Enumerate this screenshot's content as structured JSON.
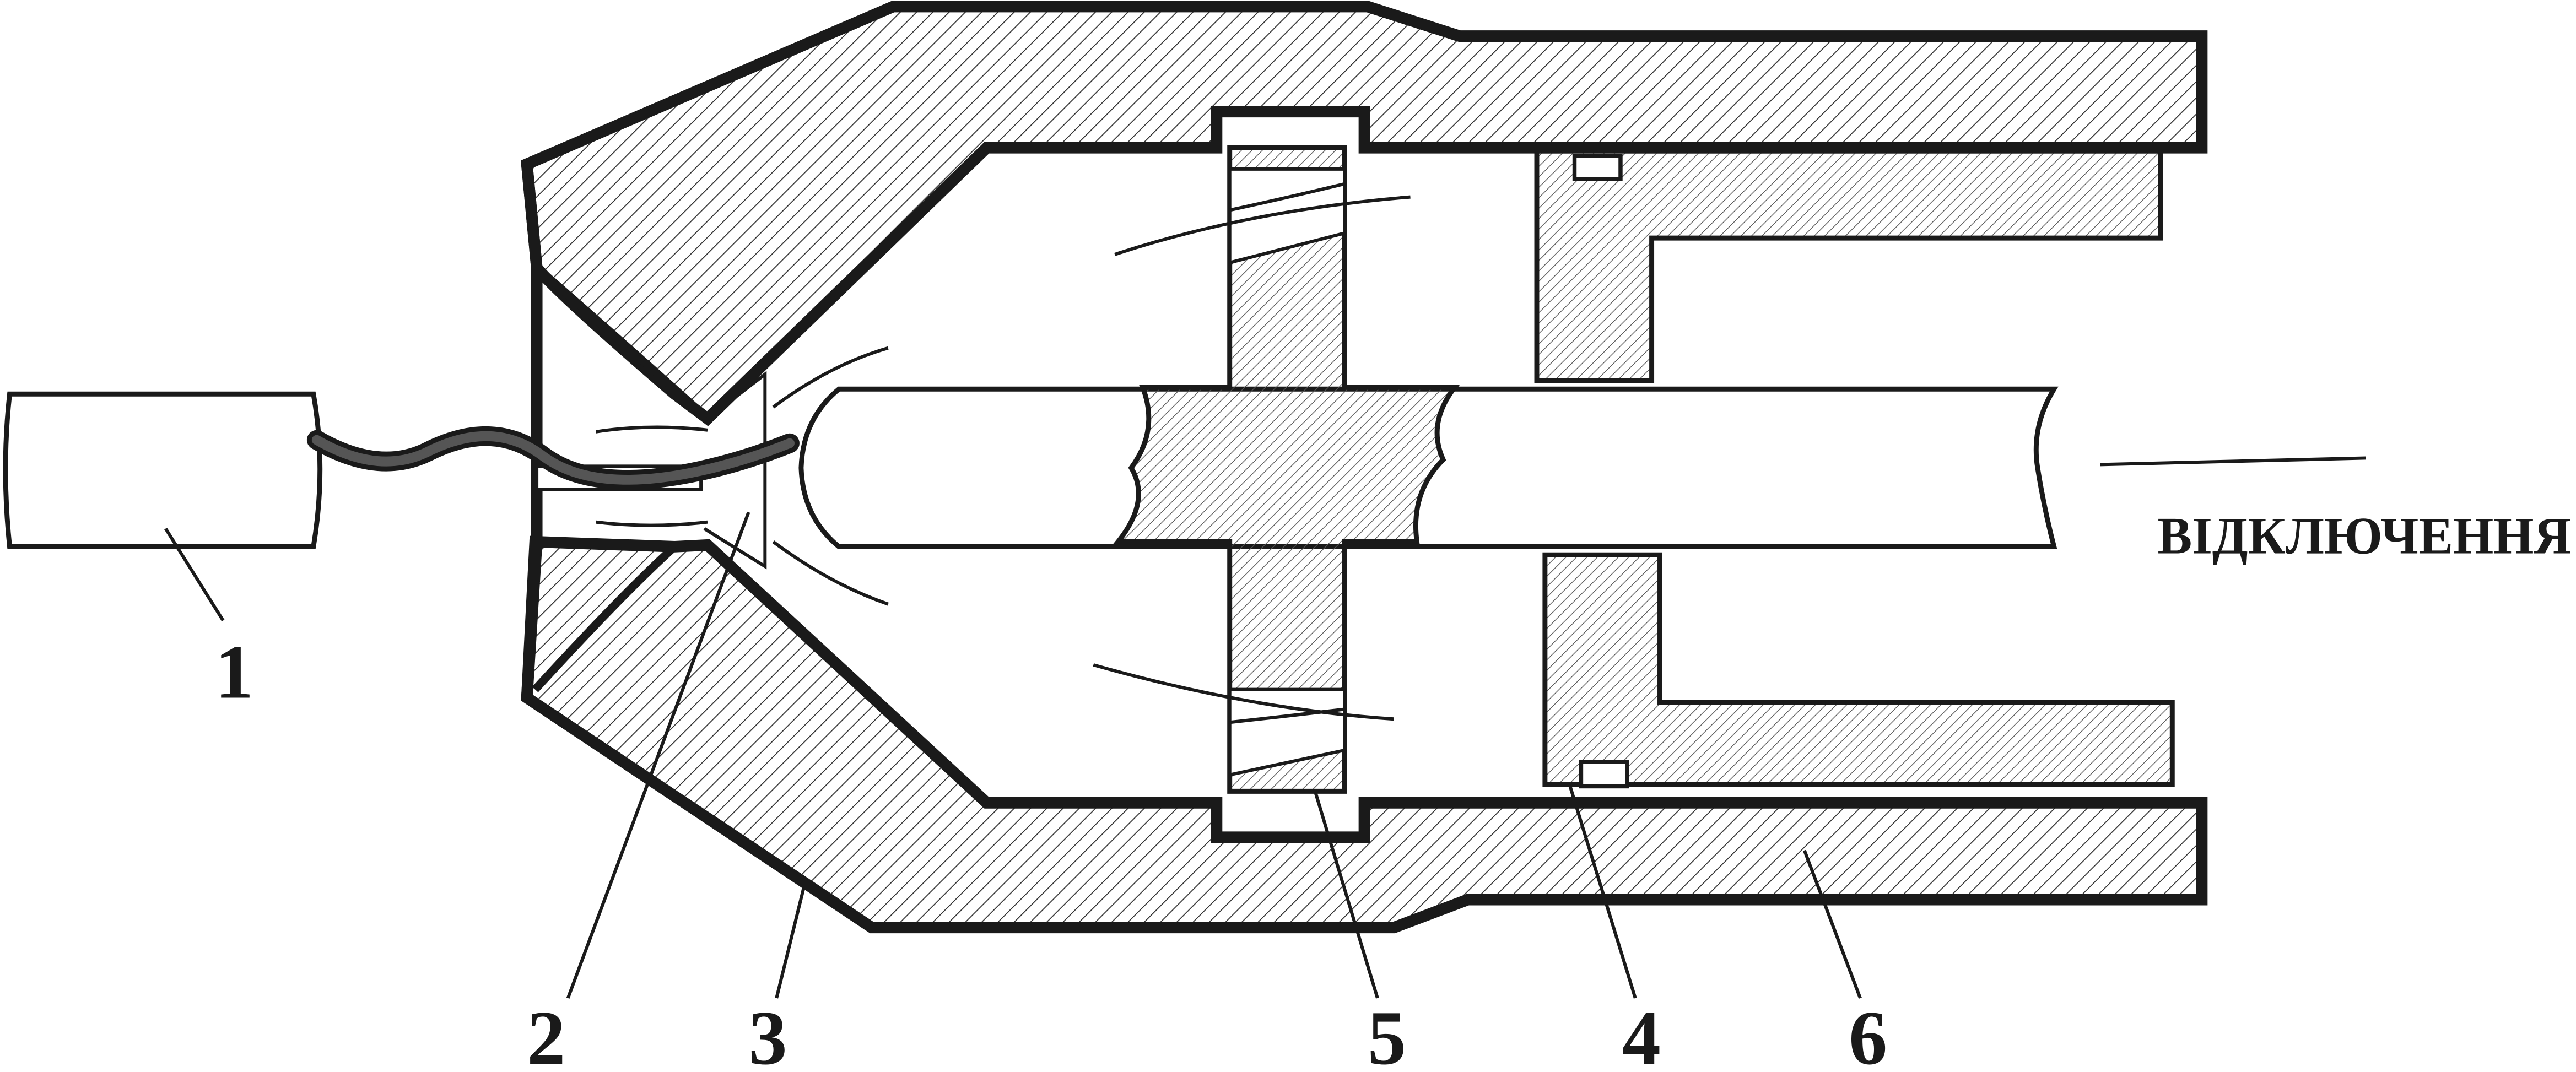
{
  "labels": {
    "n1": "1",
    "n2": "2",
    "n3": "3",
    "n4": "4",
    "n5": "5",
    "n6": "6",
    "action": "ВІДКЛЮЧЕННЯ"
  },
  "colors": {
    "stroke": "#1a1a1a",
    "hatch": "#333333",
    "fill": "#ffffff"
  }
}
